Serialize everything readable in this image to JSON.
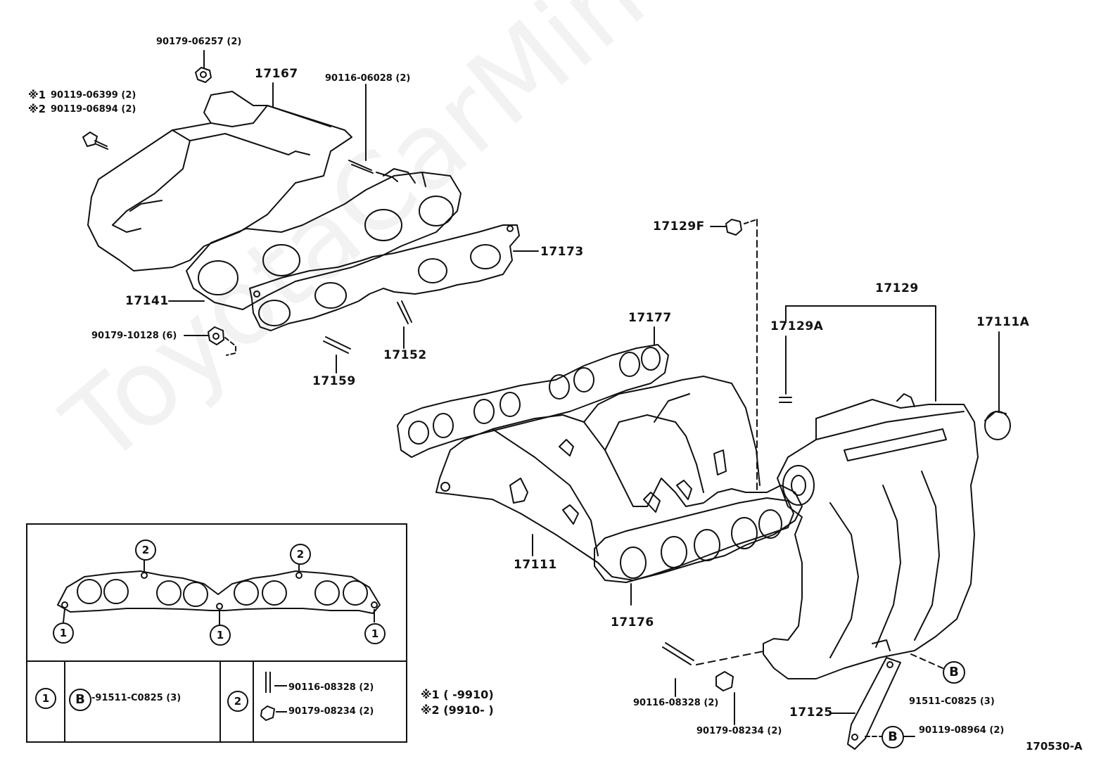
{
  "watermark": "ToyotaCarMine.ru",
  "diagram_code": "170530-A",
  "labels": {
    "p17167": "17167",
    "p17173": "17173",
    "p17141": "17141",
    "p17152": "17152",
    "p17159": "17159",
    "p17129F": "17129F",
    "p17129": "17129",
    "p17129A": "17129A",
    "p17111A": "17111A",
    "p17177": "17177",
    "p17111": "17111",
    "p17176": "17176",
    "p17125": "17125"
  },
  "small_labels": {
    "s90179_06257": "90179-06257 (2)",
    "s90116_06028": "90116-06028 (2)",
    "s90119_06399": "90119-06399 (2)",
    "s90119_06894": "90119-06894 (2)",
    "s90179_10128": "90179-10128 (6)",
    "s90116_08328": "90116-08328 (2)",
    "s90179_08234": "90179-08234 (2)",
    "s91511_C0825": "91511-C0825 (3)",
    "s90119_08964": "90119-08964 (2)"
  },
  "marks": {
    "m1": "※1",
    "m2": "※2"
  },
  "legend": {
    "note1": "※1 (      -9910)",
    "note2": "※2 (9910-      )",
    "circle1": "1",
    "circle2": "2",
    "circle_b": "B",
    "row1_part": "-91511-C0825 (3)",
    "row2_part_a": "90116-08328 (2)",
    "row2_part_b": "90179-08234 (2)"
  }
}
